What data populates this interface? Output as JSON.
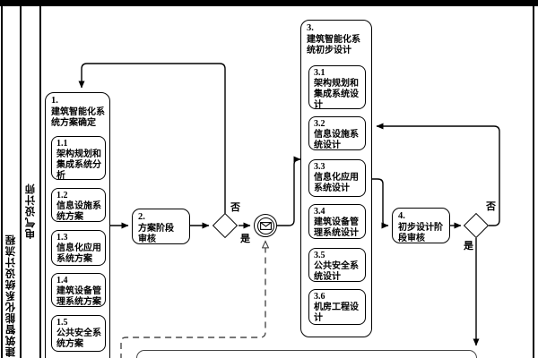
{
  "diagram": {
    "pool_label": "建筑智能化系统设计流程",
    "lane_label": "电气设计师",
    "box1": {
      "num": "1.",
      "lines": [
        "建筑智能化系",
        "统方案确定"
      ],
      "subs": [
        {
          "num": "1.1",
          "lines": [
            "架构规划和",
            "集成系统分",
            "析"
          ]
        },
        {
          "num": "1.2",
          "lines": [
            "信息设施系",
            "统方案"
          ]
        },
        {
          "num": "1.3",
          "lines": [
            "信息化应用",
            "系统方案"
          ]
        },
        {
          "num": "1.4",
          "lines": [
            "建筑设备管",
            "理系统方案"
          ]
        },
        {
          "num": "1.5",
          "lines": [
            "公共安全系",
            "统方案"
          ]
        }
      ]
    },
    "box2": {
      "num": "2.",
      "lines": [
        "方案阶段",
        "审核"
      ]
    },
    "gateway1": {
      "no": "否",
      "yes": "是"
    },
    "event1": {
      "type": "message-intermediate-event"
    },
    "box3": {
      "num": "3.",
      "lines": [
        "建筑智能化系",
        "统初步设计"
      ],
      "subs": [
        {
          "num": "3.1",
          "lines": [
            "架构规划和",
            "集成系统设",
            "计"
          ]
        },
        {
          "num": "3.2",
          "lines": [
            "信息设施系",
            "统设计"
          ]
        },
        {
          "num": "3.3",
          "lines": [
            "信息化应用",
            "系统设计"
          ]
        },
        {
          "num": "3.4",
          "lines": [
            "建筑设备管",
            "理系统设计"
          ]
        },
        {
          "num": "3.5",
          "lines": [
            "公共安全系",
            "统设计"
          ]
        },
        {
          "num": "3.6",
          "lines": [
            "机房工程设",
            "计"
          ]
        }
      ]
    },
    "box4": {
      "num": "4.",
      "lines": [
        "初步设计阶",
        "段审核"
      ]
    },
    "gateway2": {
      "no": "否",
      "yes": "是"
    },
    "colors": {
      "line": "#000000",
      "background": "#ffffff",
      "message_flow": "#4a4a4a"
    }
  }
}
